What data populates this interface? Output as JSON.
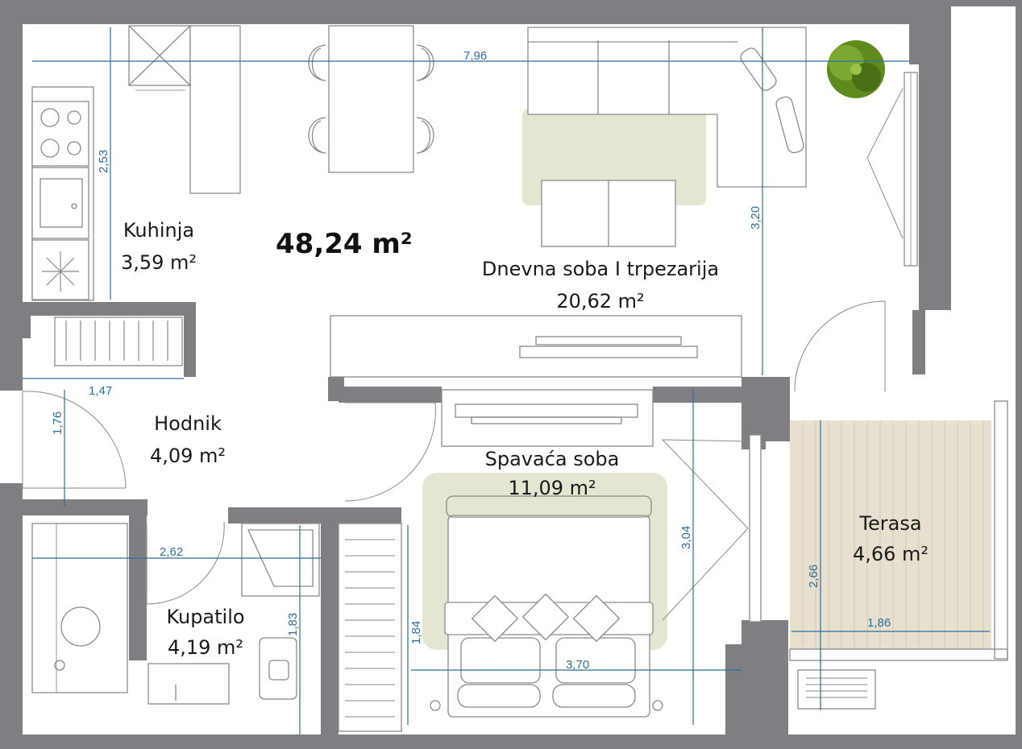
{
  "plan": {
    "total_area": "48,24 m²",
    "colors": {
      "wall": "#7f7f83",
      "dimension": "#2d6e9b",
      "rug": "#e5e6d2",
      "terrace_deck": "#e8e0cf",
      "plant": "#5e8c1c"
    },
    "rooms": [
      {
        "name": "Kuhinja",
        "area": "3,59 m²"
      },
      {
        "name": "Dnevna soba I trpezarija",
        "area": "20,62 m²"
      },
      {
        "name": "Hodnik",
        "area": "4,09 m²"
      },
      {
        "name": "Spavaća soba",
        "area": "11,09 m²"
      },
      {
        "name": "Terasa",
        "area": "4,66 m²"
      },
      {
        "name": "Kupatilo",
        "area": "4,19 m²"
      }
    ],
    "dimensions": {
      "living_width": "7,96",
      "kitchen_depth": "2,53",
      "living_depth": "3,20",
      "hall_width": "1,47",
      "hall_depth": "1,76",
      "bath_width": "2,62",
      "bath_depth": "1,83",
      "wardrobe_depth": "1,84",
      "bedroom_width": "3,70",
      "bedroom_depth": "3,04",
      "terrace_depth": "2,66",
      "terrace_width": "1,86"
    }
  }
}
